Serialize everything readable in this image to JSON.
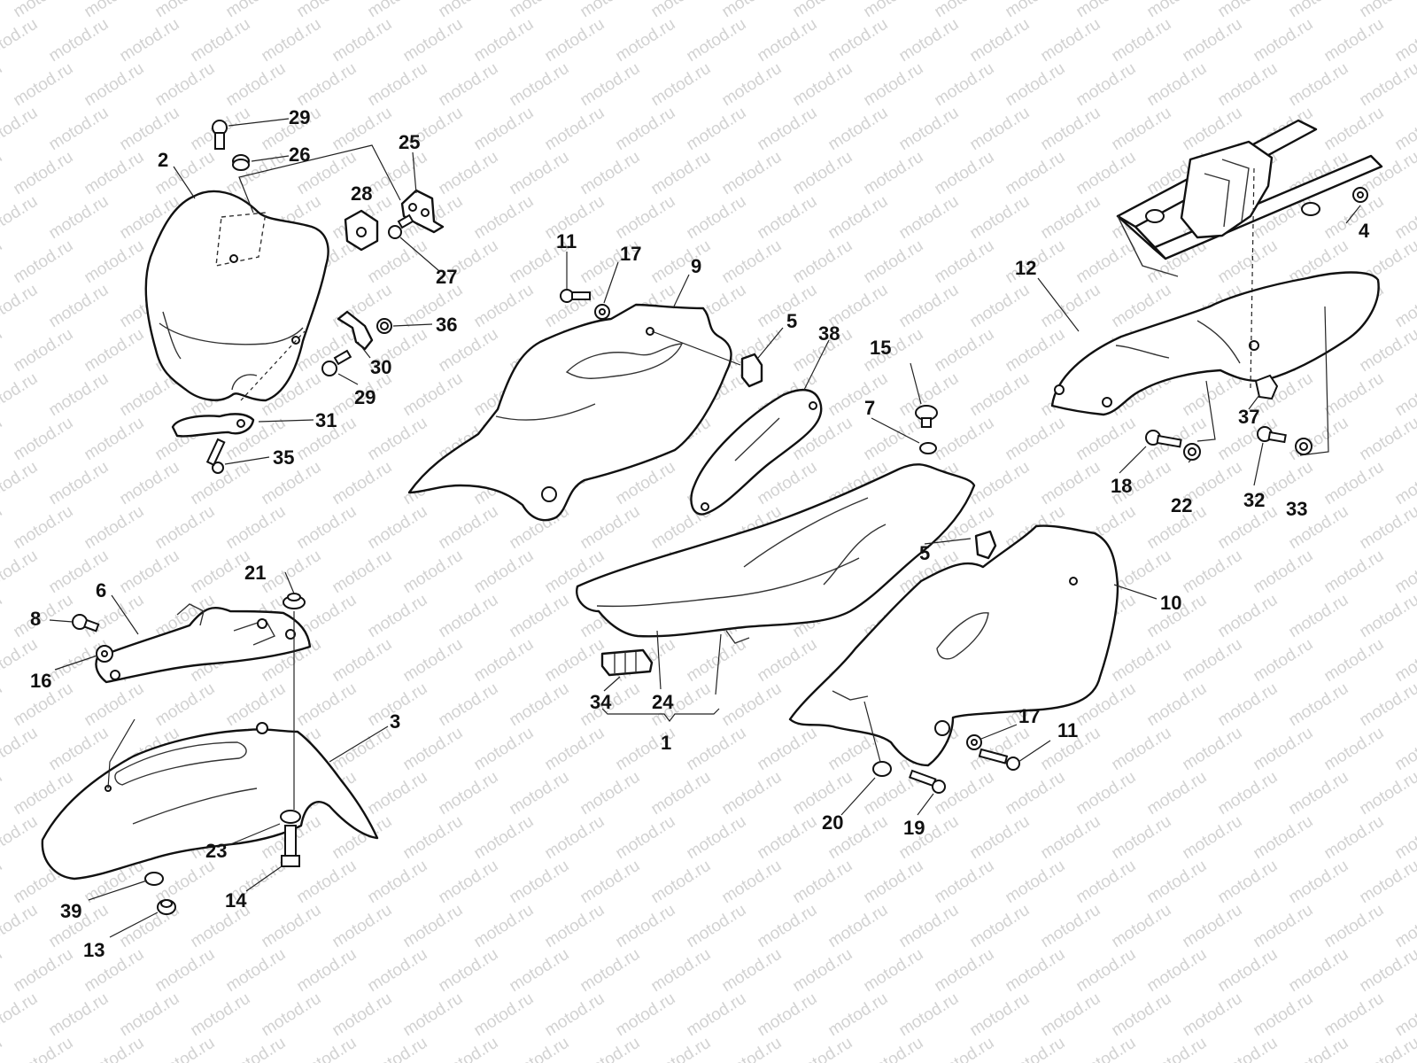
{
  "watermark": {
    "text": "motod.ru",
    "color": "#d2d2d2"
  },
  "callouts": [
    {
      "id": "c29a",
      "text": "29"
    },
    {
      "id": "c26",
      "text": "26"
    },
    {
      "id": "c2",
      "text": "2"
    },
    {
      "id": "c25",
      "text": "25"
    },
    {
      "id": "c28",
      "text": "28"
    },
    {
      "id": "c27",
      "text": "27"
    },
    {
      "id": "c36",
      "text": "36"
    },
    {
      "id": "c30",
      "text": "30"
    },
    {
      "id": "c29b",
      "text": "29"
    },
    {
      "id": "c31",
      "text": "31"
    },
    {
      "id": "c35",
      "text": "35"
    },
    {
      "id": "c11a",
      "text": "11"
    },
    {
      "id": "c17a",
      "text": "17"
    },
    {
      "id": "c9",
      "text": "9"
    },
    {
      "id": "c5a",
      "text": "5"
    },
    {
      "id": "c38",
      "text": "38"
    },
    {
      "id": "c15",
      "text": "15"
    },
    {
      "id": "c7",
      "text": "7"
    },
    {
      "id": "c12",
      "text": "12"
    },
    {
      "id": "c4",
      "text": "4"
    },
    {
      "id": "c37",
      "text": "37"
    },
    {
      "id": "c18",
      "text": "18"
    },
    {
      "id": "c22",
      "text": "22"
    },
    {
      "id": "c32",
      "text": "32"
    },
    {
      "id": "c33",
      "text": "33"
    },
    {
      "id": "c5b",
      "text": "5"
    },
    {
      "id": "c10",
      "text": "10"
    },
    {
      "id": "c21",
      "text": "21"
    },
    {
      "id": "c6",
      "text": "6"
    },
    {
      "id": "c8",
      "text": "8"
    },
    {
      "id": "c16",
      "text": "16"
    },
    {
      "id": "c3",
      "text": "3"
    },
    {
      "id": "c34",
      "text": "34"
    },
    {
      "id": "c24",
      "text": "24"
    },
    {
      "id": "c1",
      "text": "1"
    },
    {
      "id": "c17b",
      "text": "17"
    },
    {
      "id": "c11b",
      "text": "11"
    },
    {
      "id": "c20",
      "text": "20"
    },
    {
      "id": "c19",
      "text": "19"
    },
    {
      "id": "c23",
      "text": "23"
    },
    {
      "id": "c14",
      "text": "14"
    },
    {
      "id": "c39",
      "text": "39"
    },
    {
      "id": "c13",
      "text": "13"
    }
  ]
}
